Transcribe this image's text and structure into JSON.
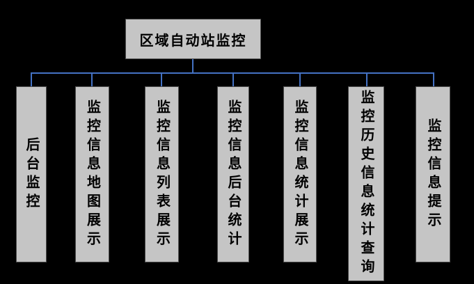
{
  "diagram": {
    "root": {
      "label": "区域自动站监控"
    },
    "children": [
      {
        "label": "后台监控"
      },
      {
        "label": "监控信息地图展示"
      },
      {
        "label": "监控信息列表展示"
      },
      {
        "label": "监控信息后台统计"
      },
      {
        "label": "监控信息统计展示"
      },
      {
        "label": "监控历史信息统计查询"
      },
      {
        "label": "监控信息提示"
      }
    ],
    "colors": {
      "background": "#000000",
      "box_fill": "#c5c5c5",
      "box_border": "#4f4f4f",
      "connector": "#4472c4",
      "text": "#000000"
    }
  }
}
